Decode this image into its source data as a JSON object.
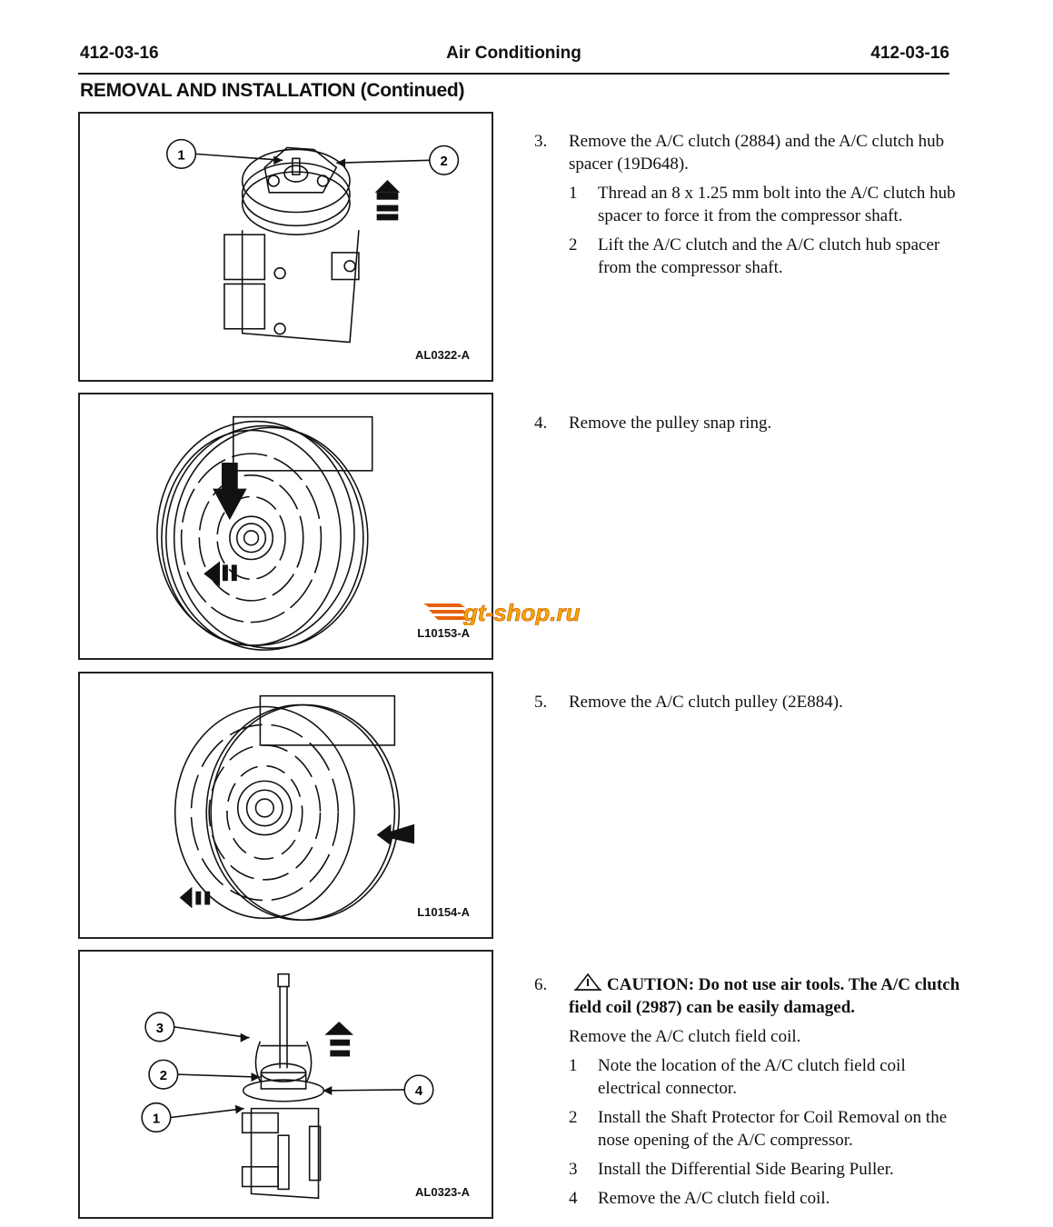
{
  "header": {
    "page_left": "412-03-16",
    "title": "Air Conditioning",
    "page_right": "412-03-16"
  },
  "section_title": "REMOVAL AND INSTALLATION (Continued)",
  "figures": [
    {
      "label": "AL0322-A",
      "callouts": [
        "1",
        "2"
      ]
    },
    {
      "label": "L10153-A",
      "callouts": []
    },
    {
      "label": "L10154-A",
      "callouts": []
    },
    {
      "label": "AL0323-A",
      "callouts": [
        "3",
        "2",
        "1",
        "4"
      ]
    }
  ],
  "steps": [
    {
      "number": "3.",
      "text": "Remove the A/C clutch (2884) and the A/C clutch hub spacer (19D648).",
      "substeps": [
        {
          "number": "1",
          "text": "Thread an 8 x 1.25 mm bolt into the A/C clutch hub spacer to force it from the compressor shaft."
        },
        {
          "number": "2",
          "text": "Lift the A/C clutch and the A/C clutch hub spacer from the compressor shaft."
        }
      ]
    },
    {
      "number": "4.",
      "text": "Remove the pulley snap ring."
    },
    {
      "number": "5.",
      "text": "Remove the A/C clutch pulley (2E884)."
    },
    {
      "number": "6.",
      "caution": "CAUTION: Do not use air tools. The A/C clutch field coil (2987) can be easily damaged.",
      "text": "Remove the A/C clutch field coil.",
      "substeps": [
        {
          "number": "1",
          "text": "Note the location of the A/C clutch field coil electrical connector."
        },
        {
          "number": "2",
          "text": "Install the Shaft Protector for Coil Removal on the nose opening of the A/C compressor."
        },
        {
          "number": "3",
          "text": "Install the Differential Side Bearing Puller."
        },
        {
          "number": "4",
          "text": "Remove the A/C clutch field coil."
        }
      ]
    }
  ],
  "watermark": {
    "text": "gt-shop.ru",
    "color_primary": "#f5a800",
    "color_secondary": "#e8600a"
  }
}
